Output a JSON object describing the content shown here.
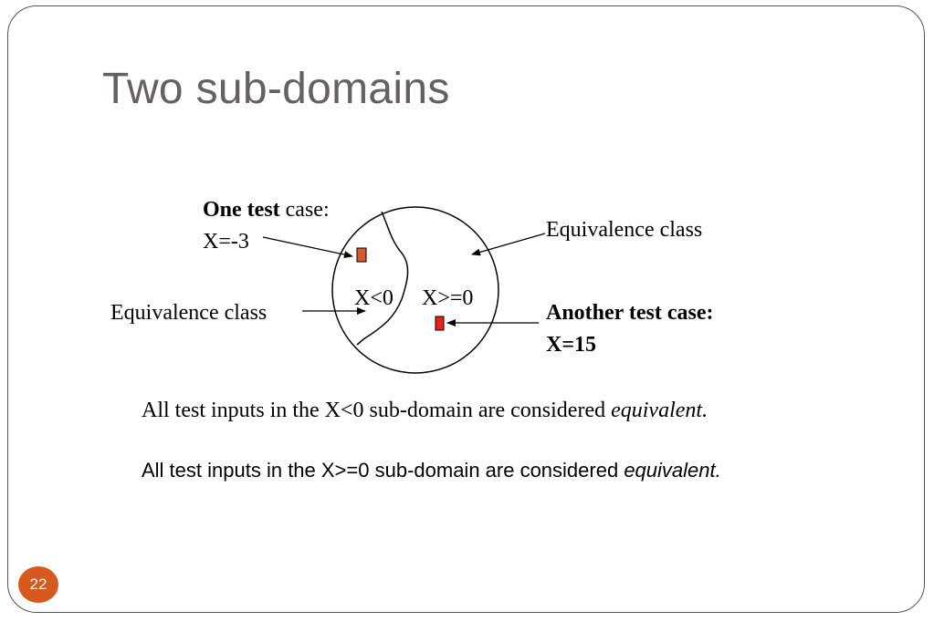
{
  "slide": {
    "title": "Two sub-domains",
    "number": "22"
  },
  "diagram": {
    "test_case_1_bold": "One test",
    "test_case_1_rest": " case:",
    "test_case_1_value": "X=-3",
    "region_left_label": "X<0",
    "region_right_label": "X>=0",
    "equivalence_class_right": "Equivalence class",
    "equivalence_class_left": "Equivalence class",
    "test_case_2_line1": "Another  test case:",
    "test_case_2_line2": "X=15",
    "colors": {
      "test_case_1_marker": "#d9582b",
      "test_case_2_marker": "#e8231f"
    }
  },
  "notes": {
    "line1_text": "All test inputs in  the X<0 sub-domain are considered ",
    "line1_emph": "equivalent.",
    "line2_text": "All test inputs in  the X>=0 sub-domain are considered ",
    "line2_emph": "equivalent."
  }
}
